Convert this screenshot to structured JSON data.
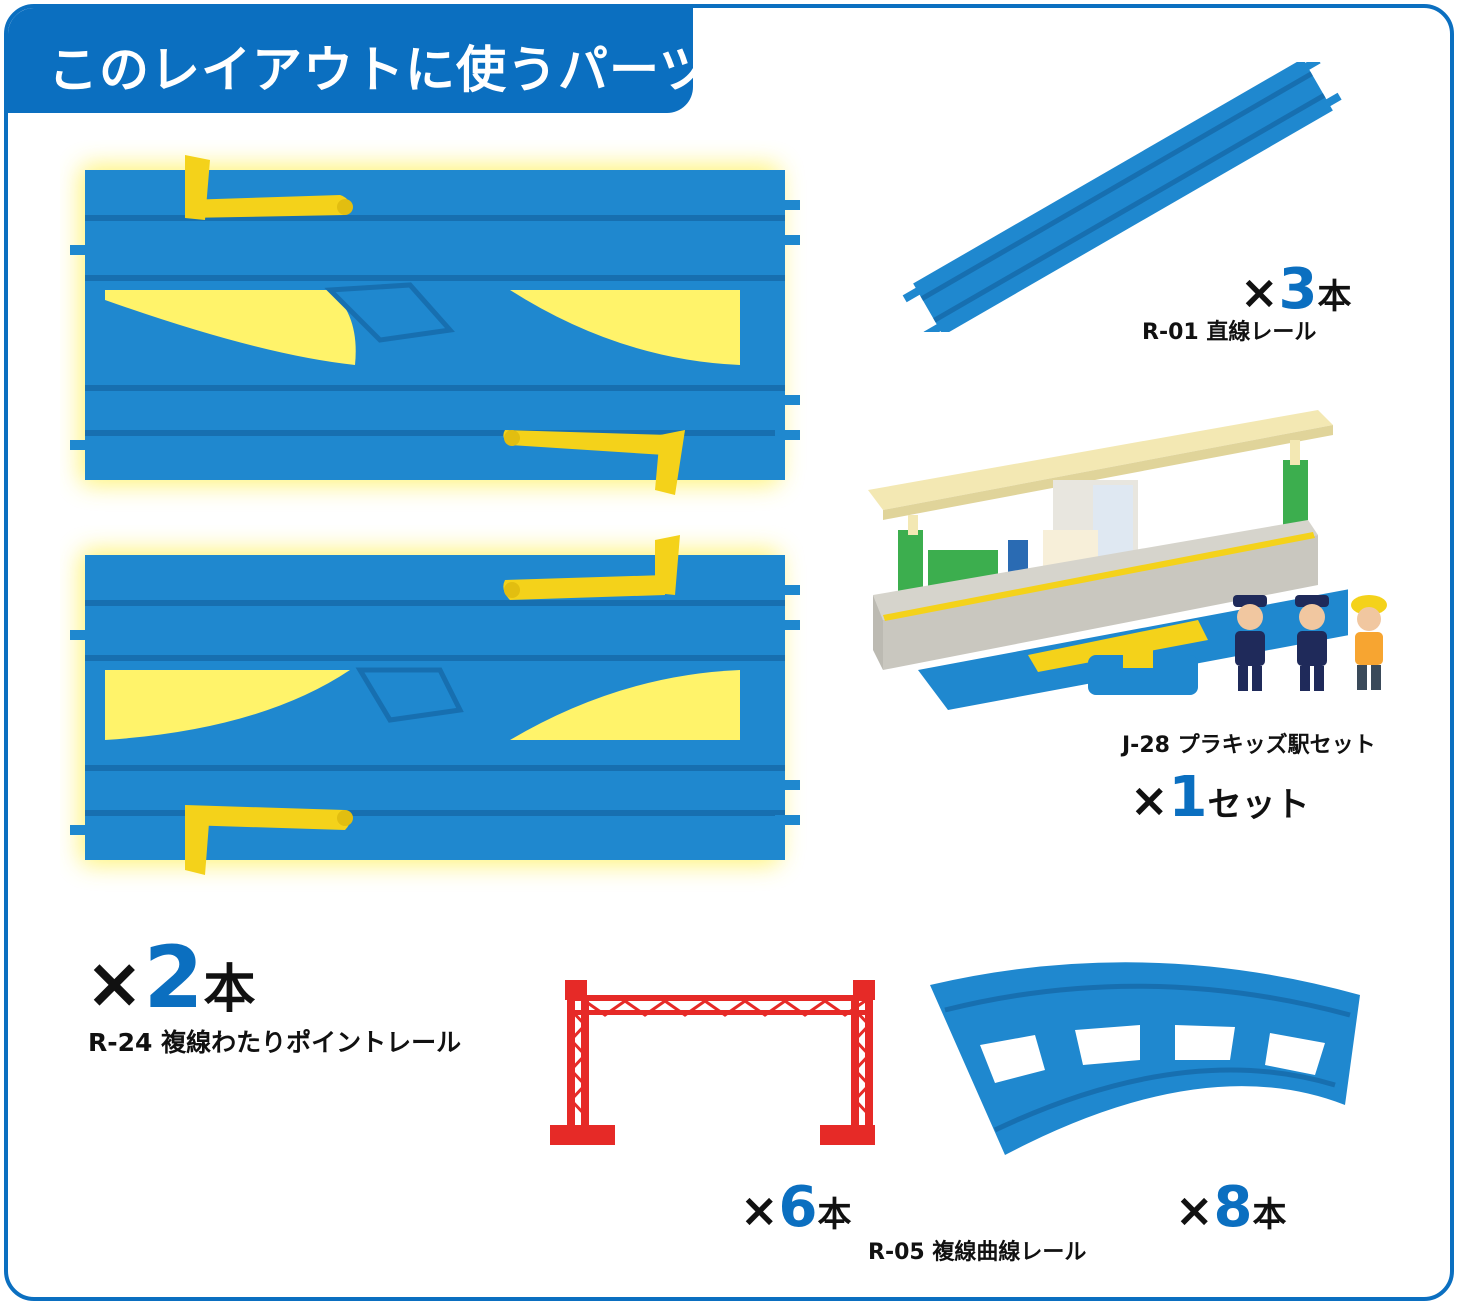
{
  "header": {
    "title": "このレイアウトに使うパーツ"
  },
  "colors": {
    "brand_blue": "#0b6fc0",
    "rail_blue": "#1f88cf",
    "lever_yellow": "#f4d21a",
    "pole_red": "#e62a27",
    "glow_yellow": "#fff36a"
  },
  "parts": {
    "point_rail": {
      "code_label": "R-24 複線わたりポイントレール",
      "qty_prefix": "×",
      "qty_number": "2",
      "qty_unit": "本",
      "icon": "double-crossover-point-rail-icon"
    },
    "straight_rail": {
      "code_label": "R-01 直線レール",
      "qty_prefix": "×",
      "qty_number": "3",
      "qty_unit": "本",
      "icon": "straight-rail-icon"
    },
    "station_set": {
      "code_label": "J-28 プラキッズ駅セット",
      "qty_prefix": "×",
      "qty_number": "1",
      "qty_unit": "セット",
      "icon": "station-platform-icon"
    },
    "overhead_pole": {
      "qty_prefix": "×",
      "qty_number": "6",
      "qty_unit": "本",
      "icon": "catenary-pole-icon"
    },
    "curve_rail": {
      "code_label": "R-05 複線曲線レール",
      "qty_prefix": "×",
      "qty_number": "8",
      "qty_unit": "本",
      "icon": "double-curve-rail-icon"
    }
  }
}
